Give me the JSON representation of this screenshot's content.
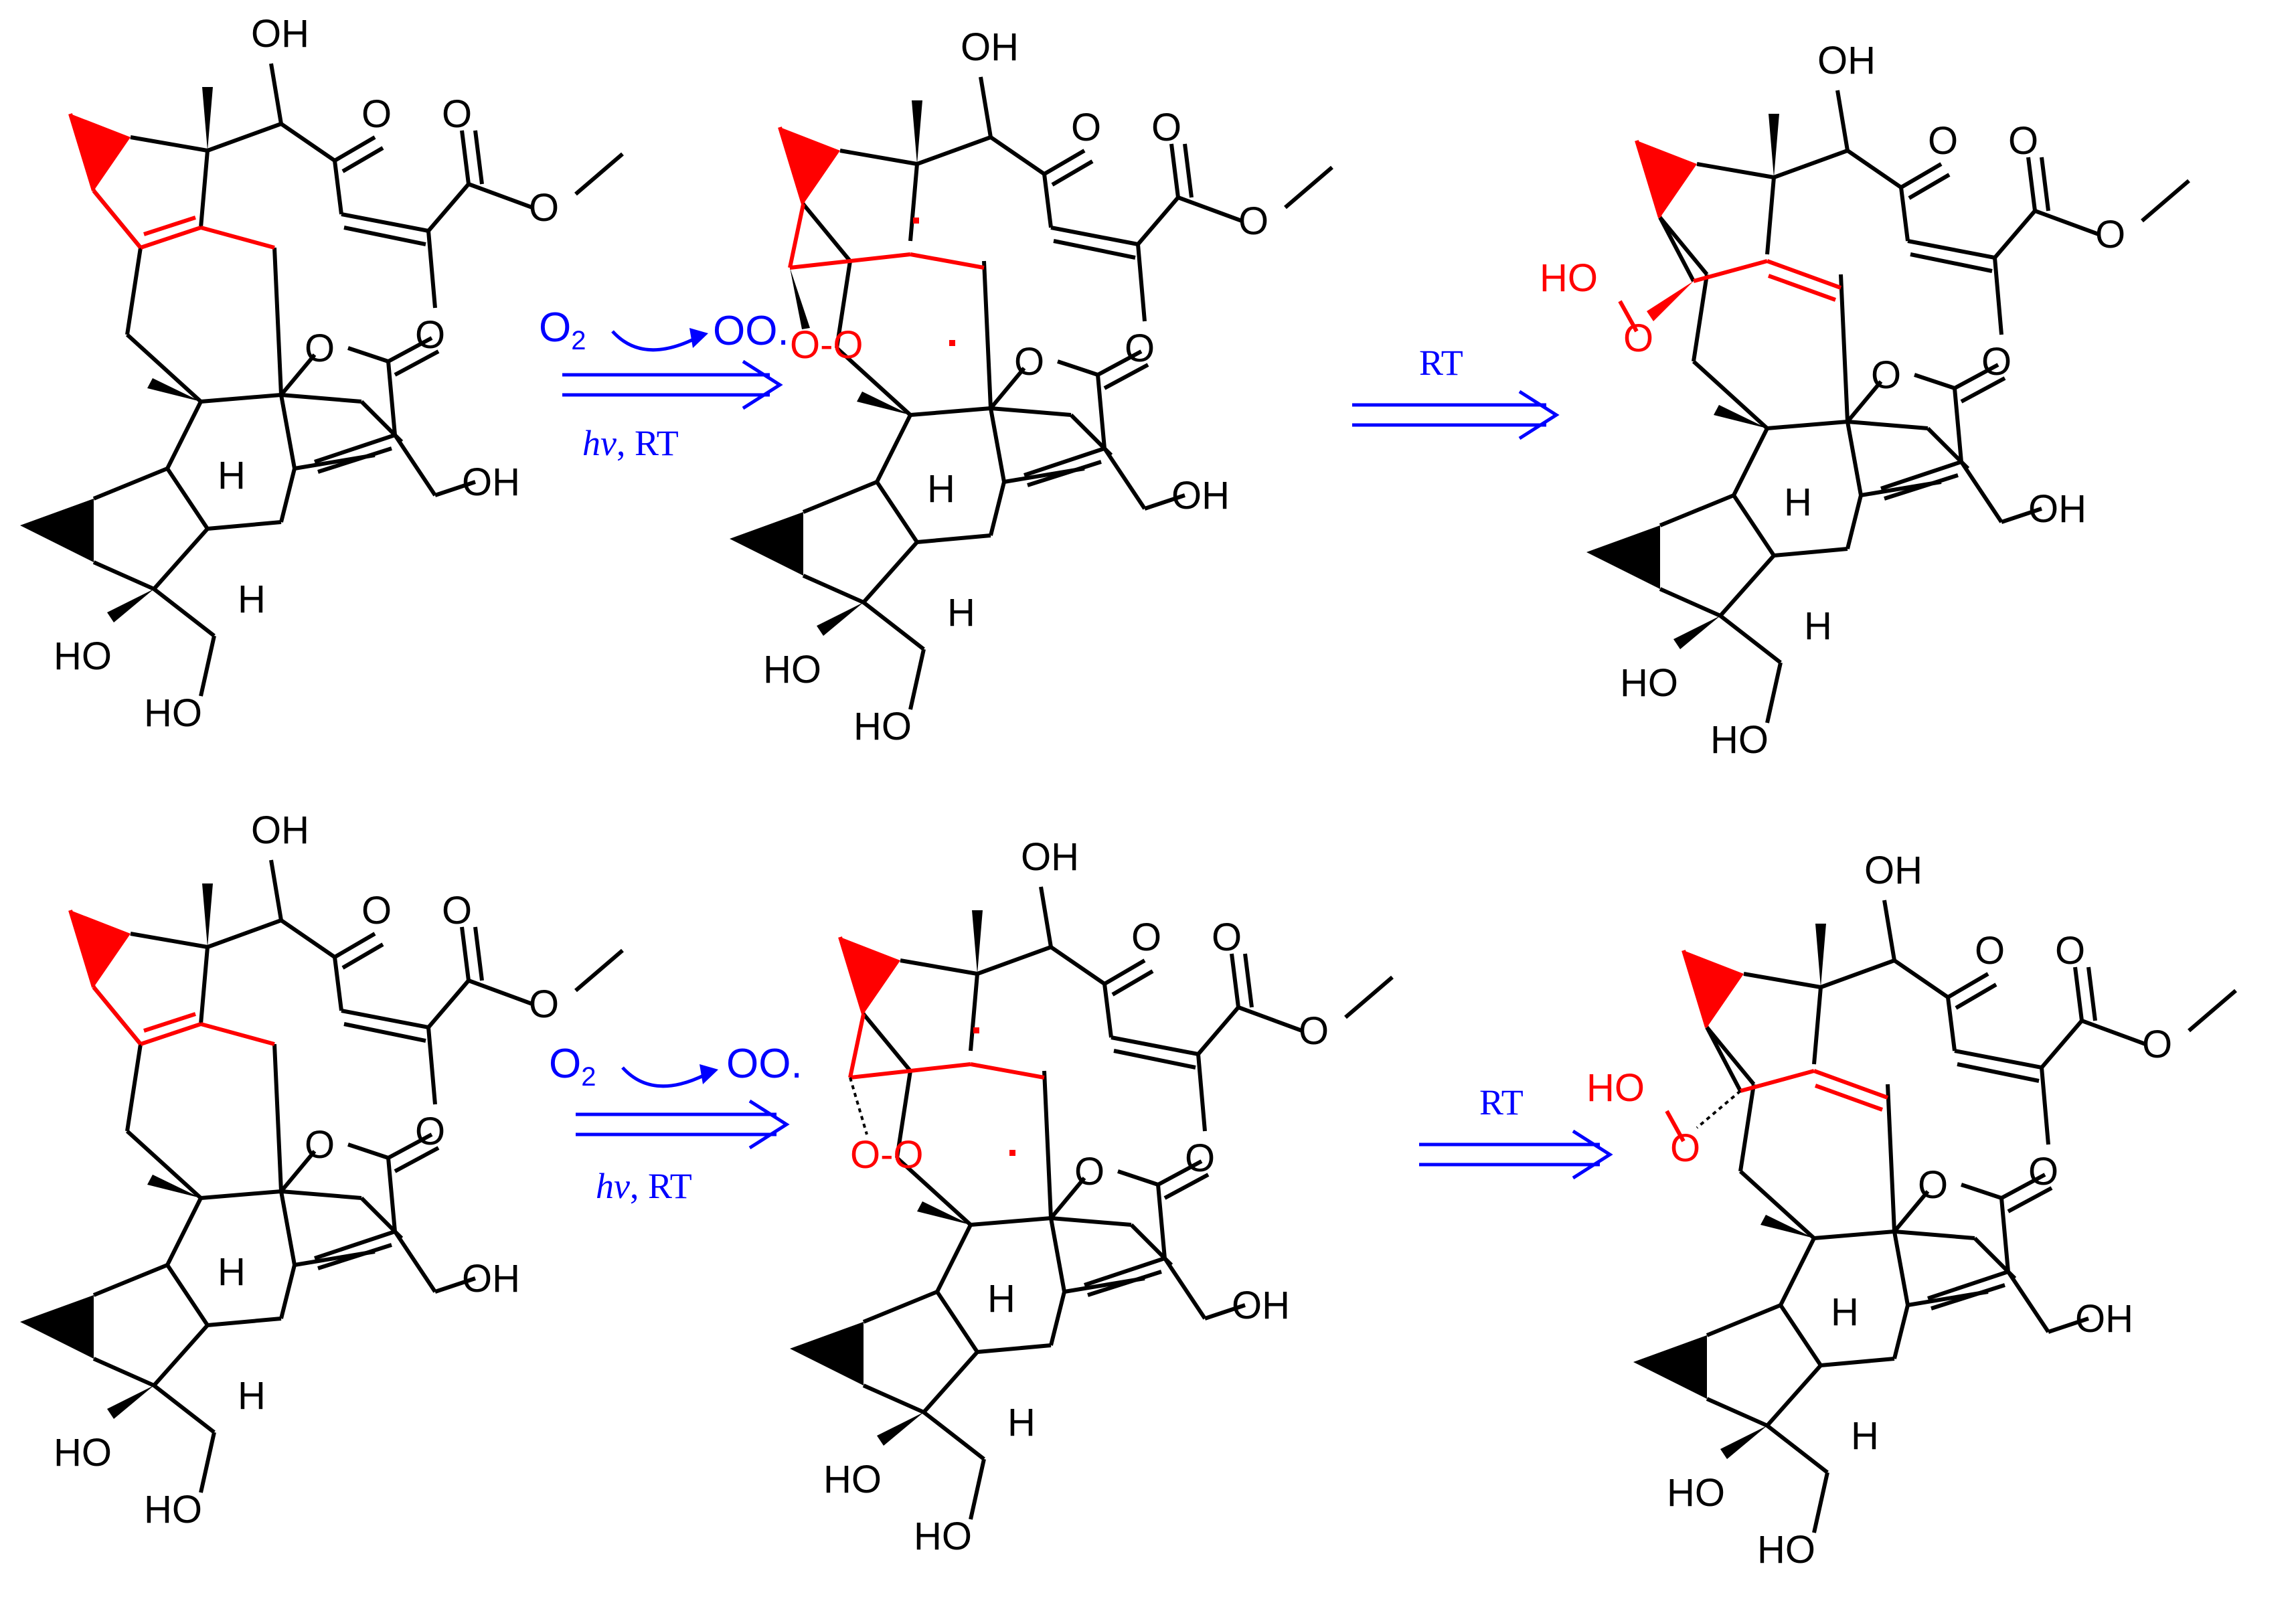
{
  "colors": {
    "bond": "#000000",
    "highlight": "#ff0000",
    "arrow": "#0000ff",
    "background": "#ffffff"
  },
  "atoms": {
    "oh": "OH",
    "ho": "HO",
    "o": "O",
    "h": "H",
    "hoo": "HO",
    "oo": "O",
    "oo_pair": "O-O"
  },
  "step1": {
    "reactant": "O",
    "reactant_sub": "2",
    "product": "OO.",
    "below": "hv",
    "below_rest": ", RT"
  },
  "step2": {
    "above": "RT"
  }
}
